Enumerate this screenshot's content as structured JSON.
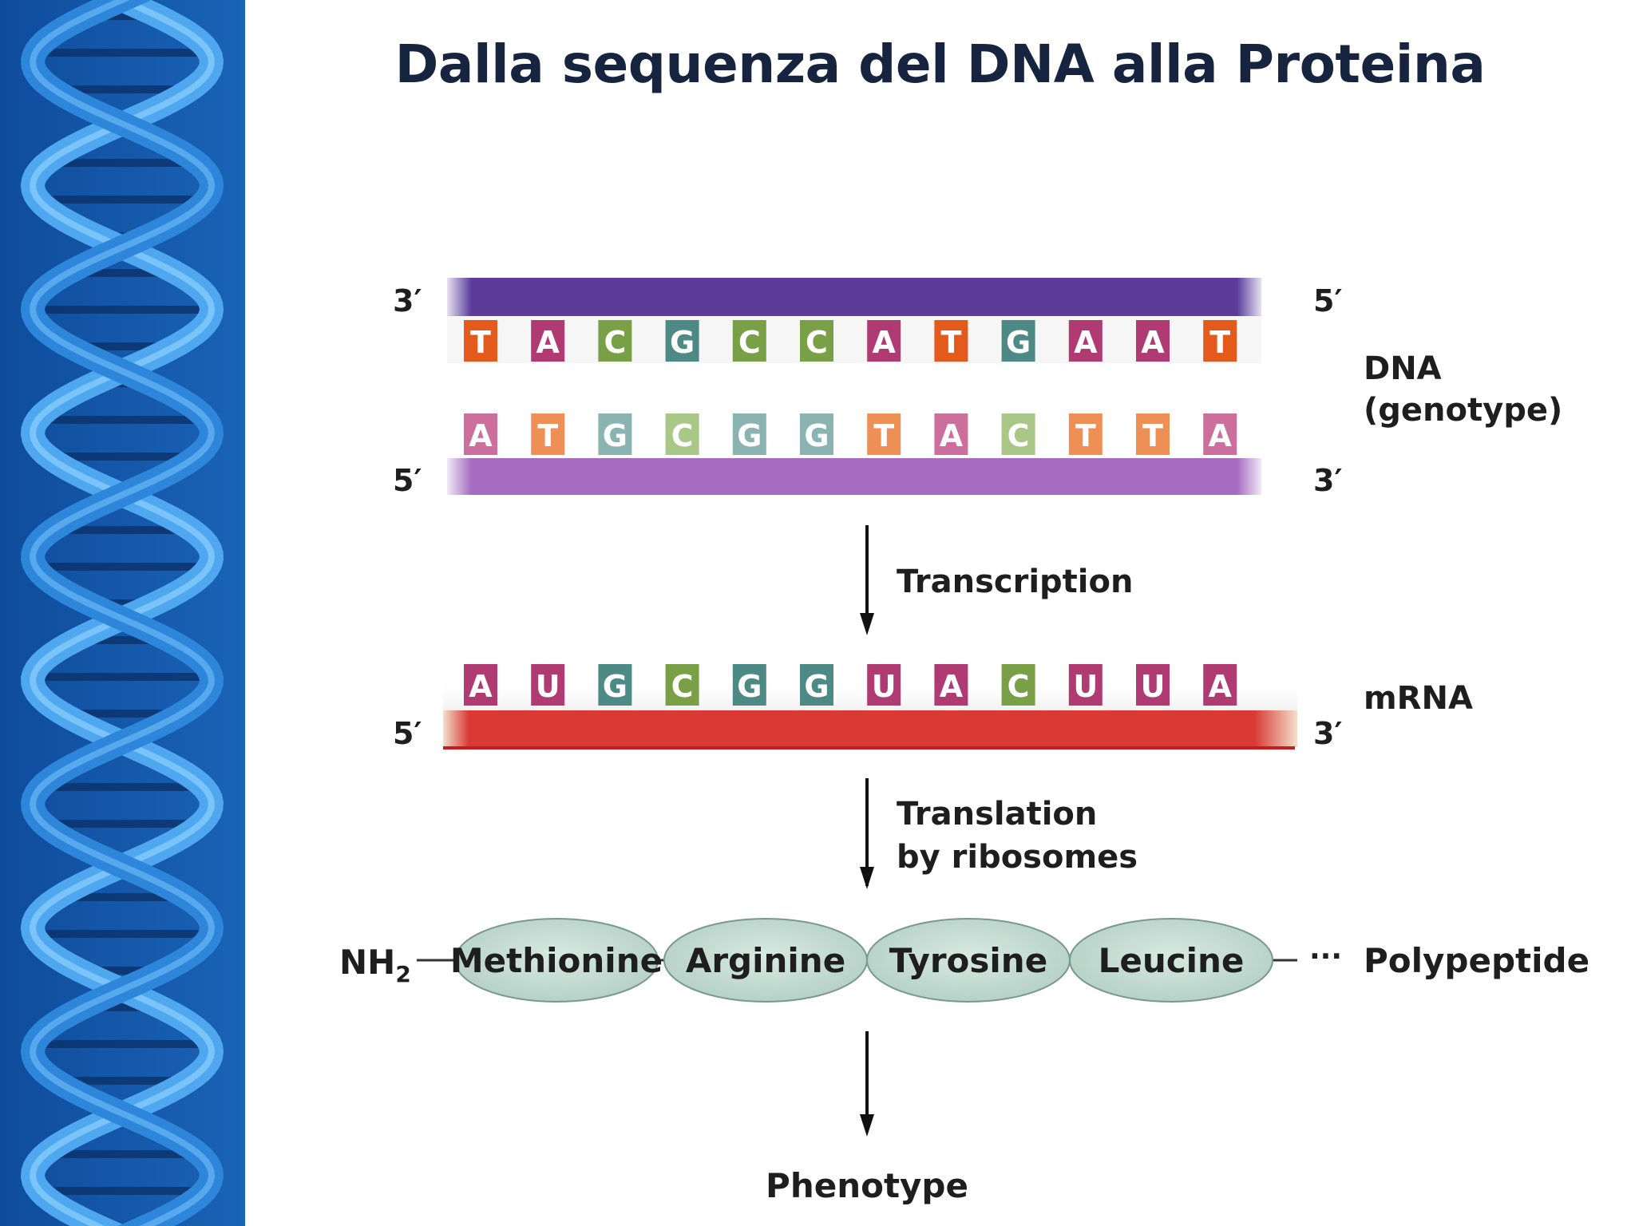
{
  "title": "Dalla sequenza del DNA alla Proteina",
  "colors": {
    "sidebar": "#1a5cab",
    "title": "#17243f",
    "dna_top_strand": "#5b3c9b",
    "dna_bottom_strand": "#a56cc2",
    "mrna_strand": "#d93a35",
    "residue_fill": "#c6ddd4"
  },
  "dna": {
    "label_line1": "DNA",
    "label_line2": "(genotype)",
    "top_left_end": "3′",
    "top_right_end": "5′",
    "bottom_left_end": "5′",
    "bottom_right_end": "3′",
    "top_bases": [
      "T",
      "A",
      "C",
      "G",
      "C",
      "C",
      "A",
      "T",
      "G",
      "A",
      "A",
      "T"
    ],
    "bottom_bases": [
      "A",
      "T",
      "G",
      "C",
      "G",
      "G",
      "T",
      "A",
      "C",
      "T",
      "T",
      "A"
    ]
  },
  "transcription": {
    "label": "Transcription"
  },
  "mrna": {
    "label": "mRNA",
    "left_end": "5′",
    "right_end": "3′",
    "bases": [
      "A",
      "U",
      "G",
      "C",
      "G",
      "G",
      "U",
      "A",
      "C",
      "U",
      "U",
      "A"
    ]
  },
  "translation": {
    "label_line1": "Translation",
    "label_line2": "by ribosomes"
  },
  "polypeptide": {
    "n_terminus": "NH",
    "n_terminus_sub": "2",
    "residues": [
      "Methionine",
      "Arginine",
      "Tyrosine",
      "Leucine"
    ],
    "ellipsis": "···",
    "label": "Polypeptide"
  },
  "phenotype": {
    "label": "Phenotype"
  }
}
